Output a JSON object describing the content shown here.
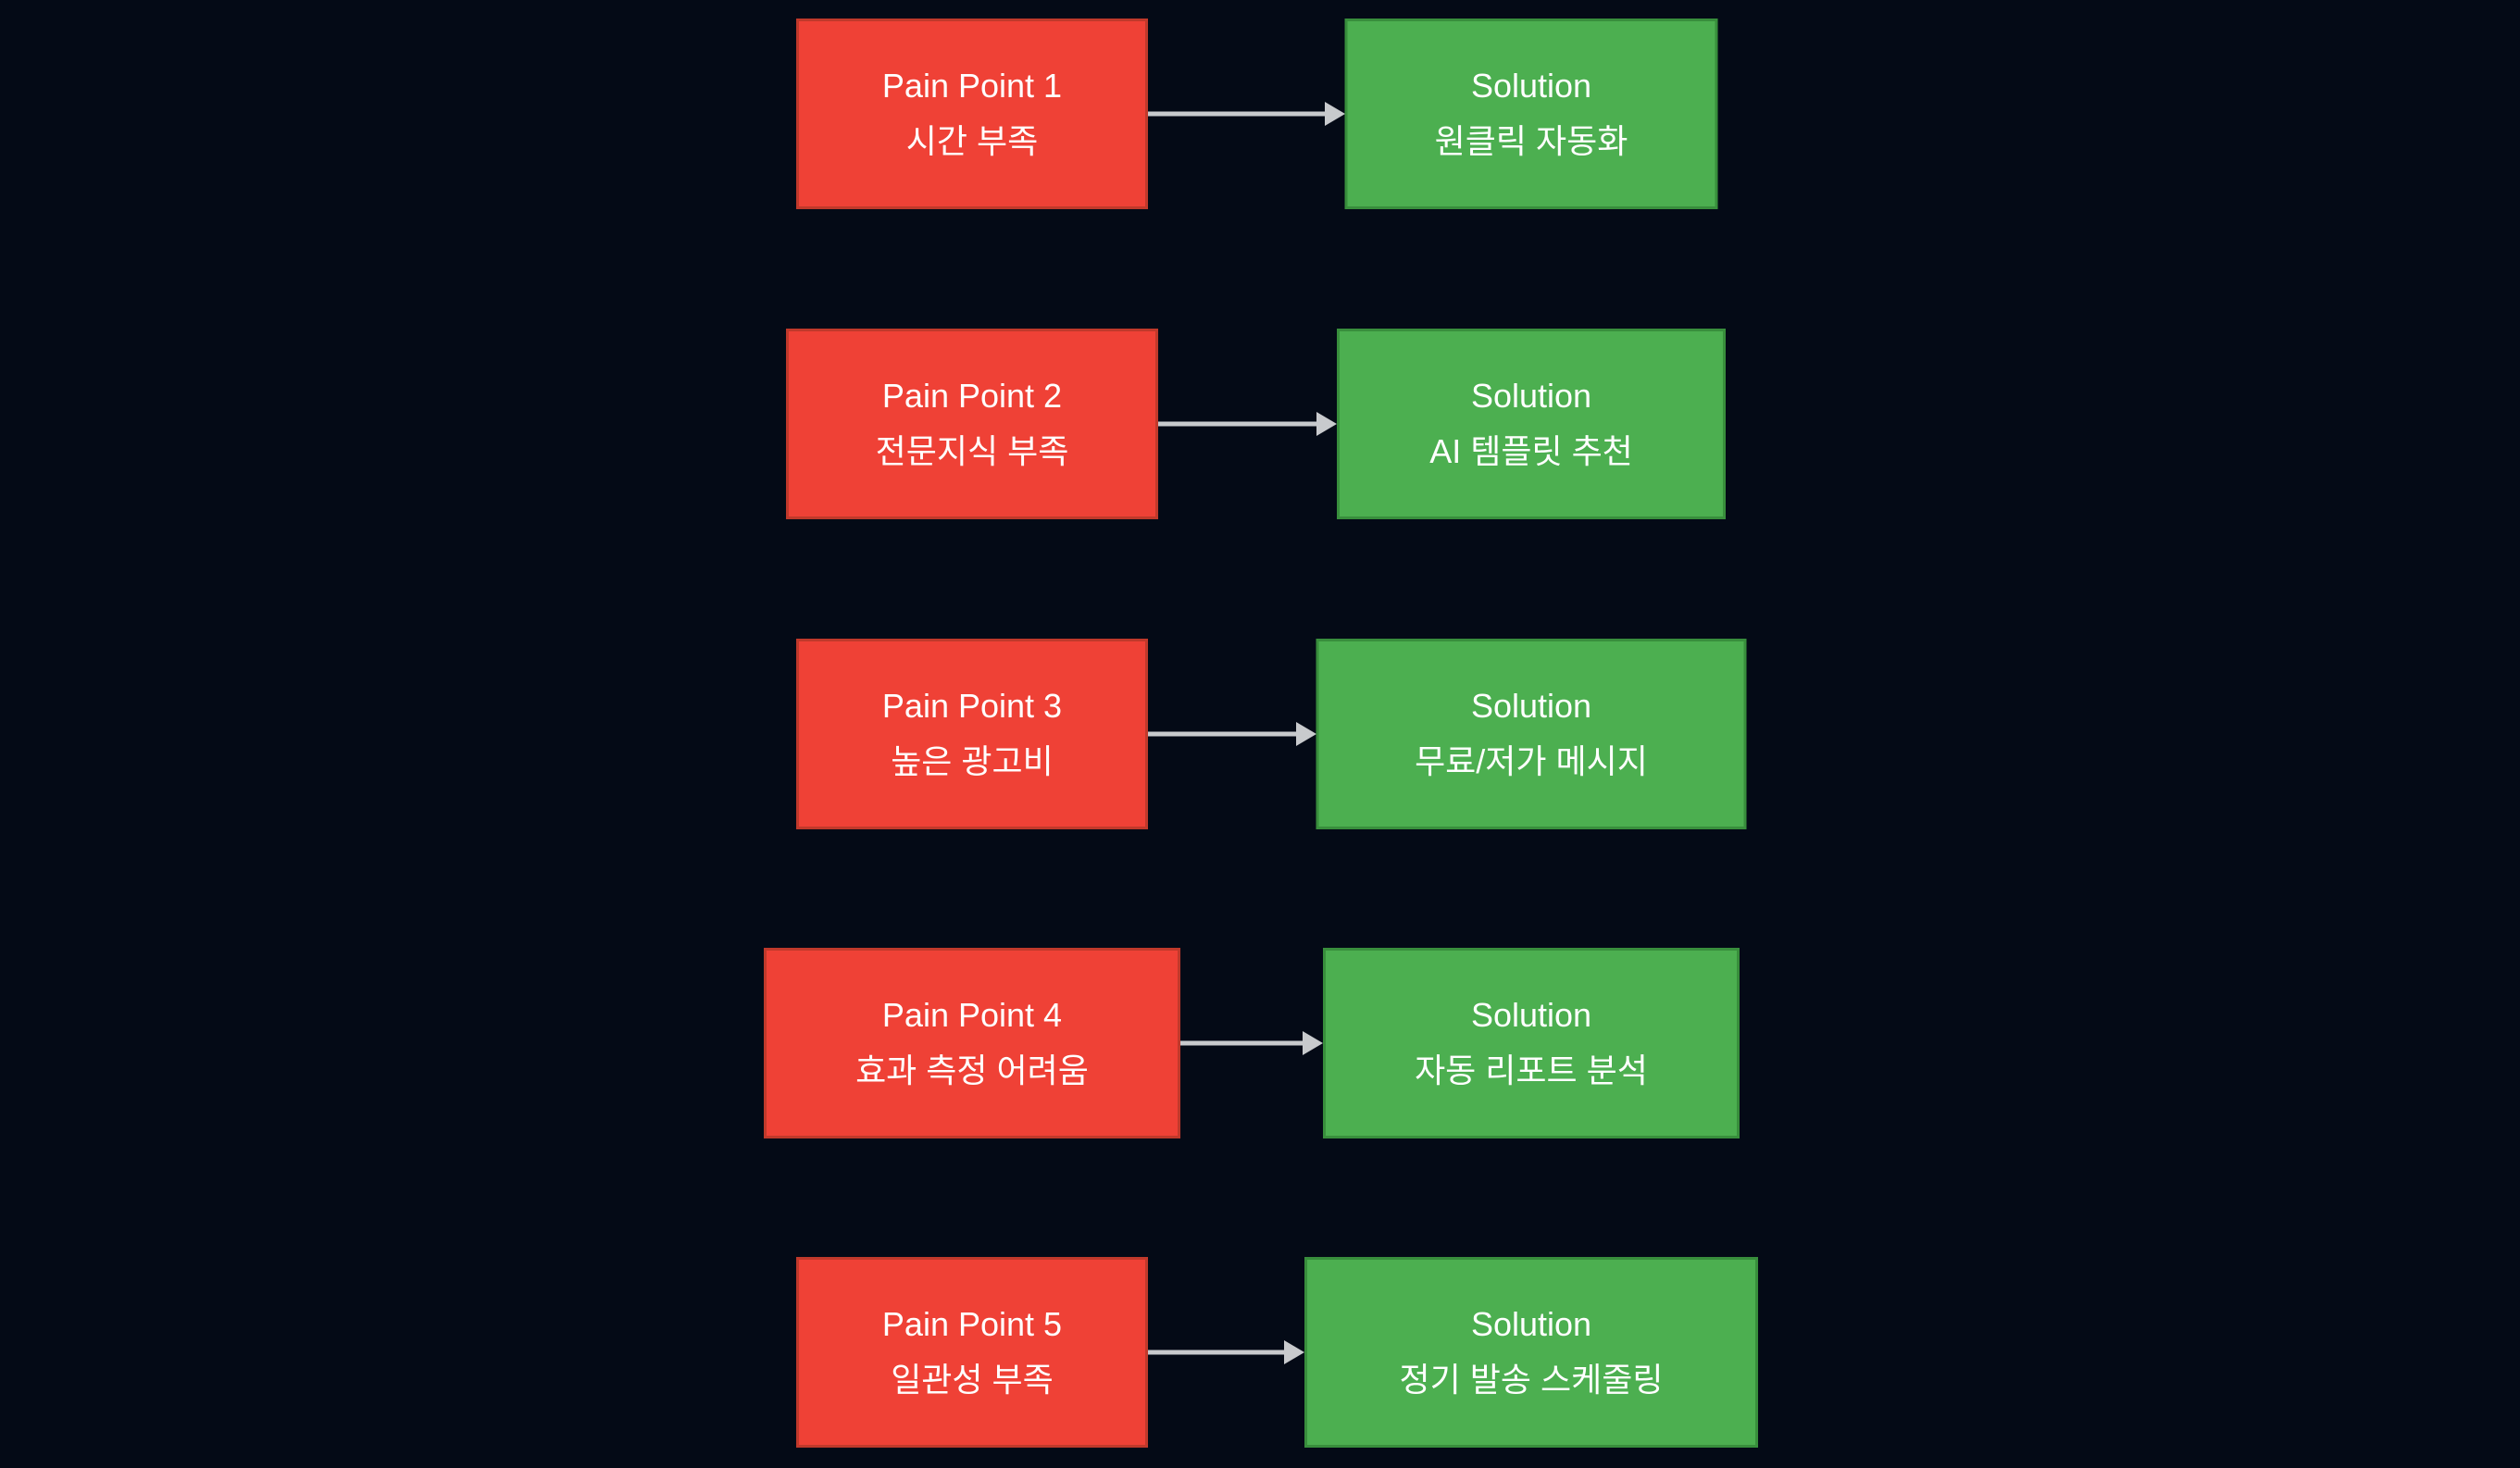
{
  "diagram": {
    "colors": {
      "background": "#040a16",
      "pain_fill": "#ef4136",
      "pain_border": "#c0392b",
      "solution_fill": "#4caf50",
      "solution_border": "#388e3c",
      "arrow": "#c8cacd",
      "text": "#ffffff"
    },
    "rows": [
      {
        "pain": {
          "title": "Pain Point 1",
          "subtitle": "시간 부족"
        },
        "solution": {
          "title": "Solution",
          "subtitle": "원클릭 자동화"
        }
      },
      {
        "pain": {
          "title": "Pain Point 2",
          "subtitle": "전문지식 부족"
        },
        "solution": {
          "title": "Solution",
          "subtitle": "AI 템플릿 추천"
        }
      },
      {
        "pain": {
          "title": "Pain Point 3",
          "subtitle": "높은 광고비"
        },
        "solution": {
          "title": "Solution",
          "subtitle": "무료/저가 메시지"
        }
      },
      {
        "pain": {
          "title": "Pain Point 4",
          "subtitle": "효과 측정 어려움"
        },
        "solution": {
          "title": "Solution",
          "subtitle": "자동 리포트 분석"
        }
      },
      {
        "pain": {
          "title": "Pain Point 5",
          "subtitle": "일관성 부족"
        },
        "solution": {
          "title": "Solution",
          "subtitle": "정기 발송 스케줄링"
        }
      }
    ]
  }
}
